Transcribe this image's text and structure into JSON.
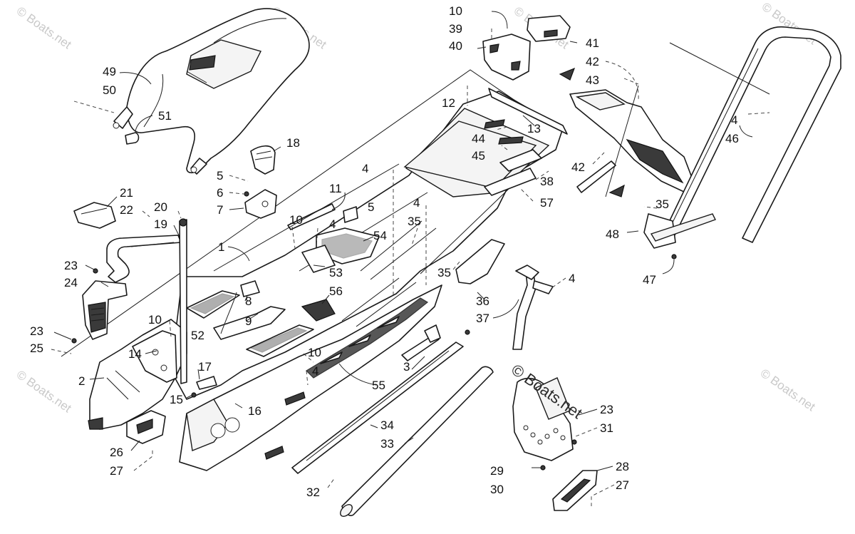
{
  "watermarks": {
    "text": "© Boats.net",
    "center_text": "© Boats.net"
  },
  "callouts": [
    {
      "id": "c10a",
      "label": "10"
    },
    {
      "id": "c39",
      "label": "39"
    },
    {
      "id": "c40",
      "label": "40"
    },
    {
      "id": "c41",
      "label": "41"
    },
    {
      "id": "c42a",
      "label": "42"
    },
    {
      "id": "c43",
      "label": "43"
    },
    {
      "id": "c49",
      "label": "49"
    },
    {
      "id": "c50",
      "label": "50"
    },
    {
      "id": "c51",
      "label": "51"
    },
    {
      "id": "c12",
      "label": "12"
    },
    {
      "id": "c13",
      "label": "13"
    },
    {
      "id": "c44",
      "label": "44"
    },
    {
      "id": "c45",
      "label": "45"
    },
    {
      "id": "c4a",
      "label": "4"
    },
    {
      "id": "c46",
      "label": "46"
    },
    {
      "id": "c18",
      "label": "18"
    },
    {
      "id": "c42b",
      "label": "42"
    },
    {
      "id": "c38",
      "label": "38"
    },
    {
      "id": "c4b",
      "label": "4"
    },
    {
      "id": "c57",
      "label": "57"
    },
    {
      "id": "c5a",
      "label": "5"
    },
    {
      "id": "c11",
      "label": "11"
    },
    {
      "id": "c6",
      "label": "6"
    },
    {
      "id": "c7",
      "label": "7"
    },
    {
      "id": "c21",
      "label": "21"
    },
    {
      "id": "c20",
      "label": "20"
    },
    {
      "id": "c22",
      "label": "22"
    },
    {
      "id": "c19",
      "label": "19"
    },
    {
      "id": "c5b",
      "label": "5"
    },
    {
      "id": "c4c",
      "label": "4"
    },
    {
      "id": "c35a",
      "label": "35"
    },
    {
      "id": "c35b",
      "label": "35"
    },
    {
      "id": "c10b",
      "label": "10"
    },
    {
      "id": "c4d",
      "label": "4"
    },
    {
      "id": "c54",
      "label": "54"
    },
    {
      "id": "c48",
      "label": "48"
    },
    {
      "id": "c1",
      "label": "1"
    },
    {
      "id": "c53",
      "label": "53"
    },
    {
      "id": "c23a",
      "label": "23"
    },
    {
      "id": "c35c",
      "label": "35"
    },
    {
      "id": "c47",
      "label": "47"
    },
    {
      "id": "c24",
      "label": "24"
    },
    {
      "id": "c4e",
      "label": "4"
    },
    {
      "id": "c56",
      "label": "56"
    },
    {
      "id": "c8",
      "label": "8"
    },
    {
      "id": "c36",
      "label": "36"
    },
    {
      "id": "c9",
      "label": "9"
    },
    {
      "id": "c10c",
      "label": "10"
    },
    {
      "id": "c37",
      "label": "37"
    },
    {
      "id": "c23b",
      "label": "23"
    },
    {
      "id": "c52",
      "label": "52"
    },
    {
      "id": "c25",
      "label": "25"
    },
    {
      "id": "c14",
      "label": "14"
    },
    {
      "id": "c10d",
      "label": "10"
    },
    {
      "id": "c17",
      "label": "17"
    },
    {
      "id": "c3",
      "label": "3"
    },
    {
      "id": "c4f",
      "label": "4"
    },
    {
      "id": "c2",
      "label": "2"
    },
    {
      "id": "c55",
      "label": "55"
    },
    {
      "id": "c15",
      "label": "15"
    },
    {
      "id": "c16",
      "label": "16"
    },
    {
      "id": "c23c",
      "label": "23"
    },
    {
      "id": "c31",
      "label": "31"
    },
    {
      "id": "c34",
      "label": "34"
    },
    {
      "id": "c33",
      "label": "33"
    },
    {
      "id": "c26",
      "label": "26"
    },
    {
      "id": "c27a",
      "label": "27"
    },
    {
      "id": "c28",
      "label": "28"
    },
    {
      "id": "c29",
      "label": "29"
    },
    {
      "id": "c27b",
      "label": "27"
    },
    {
      "id": "c30",
      "label": "30"
    },
    {
      "id": "c32",
      "label": "32"
    }
  ]
}
